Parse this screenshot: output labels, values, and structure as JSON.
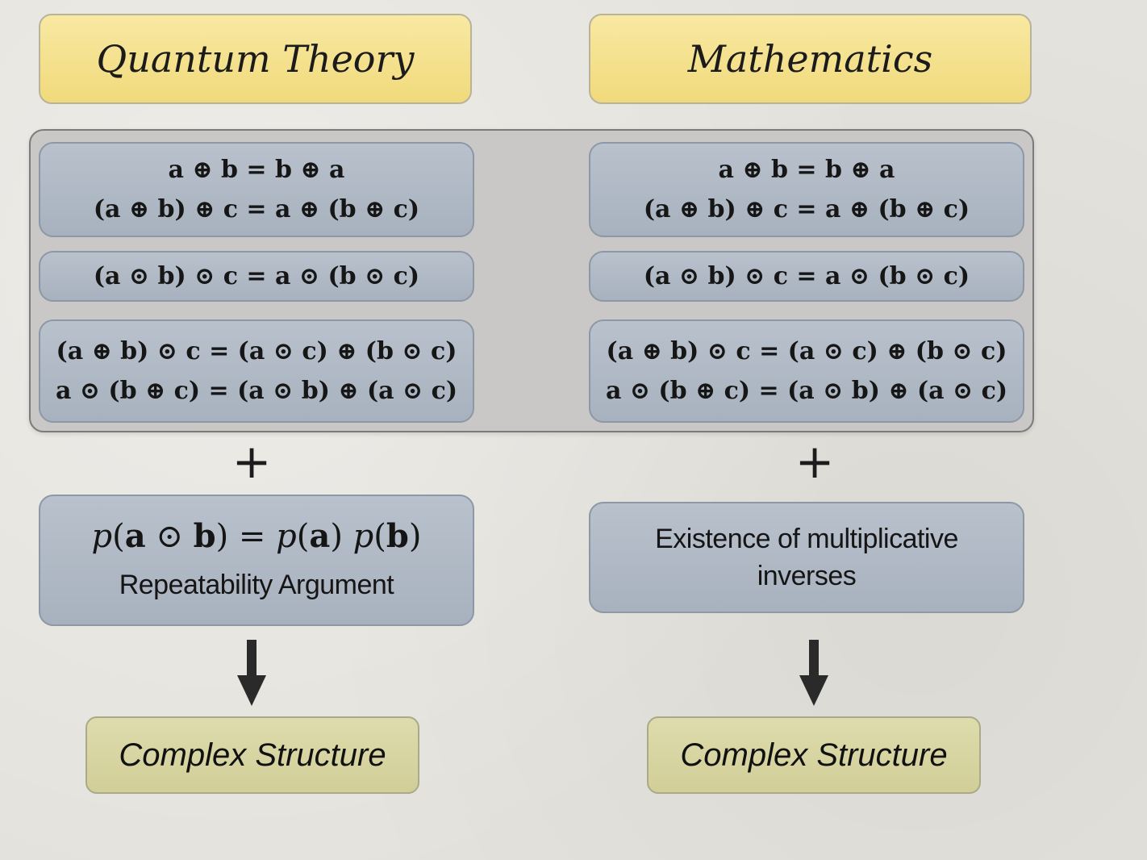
{
  "columns": {
    "quantum": {
      "title": "Quantum Theory",
      "additive_axioms": [
        "a ⊕ b = b ⊕ a",
        "(a ⊕ b) ⊕ c = a ⊕ (b ⊕ c)"
      ],
      "multiplicative_axiom": "(a ⊙ b) ⊙ c = a ⊙ (b ⊙ c)",
      "distributive_axioms": [
        "(a ⊕ b) ⊙ c = (a ⊙ c) ⊕ (b ⊙ c)",
        "a ⊙ (b ⊕ c) = (a ⊙ b) ⊕ (a ⊙ c)"
      ],
      "plus": "+",
      "extra_formula": {
        "lhs_p": "p",
        "lhs_open": "(",
        "lhs_a": "a",
        "lhs_op": " ⊙ ",
        "lhs_b": "b",
        "lhs_close": ")",
        "eq": " = ",
        "r1_p": "p",
        "r1_open": "(",
        "r1_a": "a",
        "r1_close": ") ",
        "r2_p": "p",
        "r2_open": "(",
        "r2_b": "b",
        "r2_close": ")"
      },
      "extra_condition": "Repeatability Argument",
      "result": "Complex Structure"
    },
    "math": {
      "title": "Mathematics",
      "additive_axioms": [
        "a ⊕ b = b ⊕ a",
        "(a ⊕ b) ⊕ c = a ⊕ (b ⊕ c)"
      ],
      "multiplicative_axiom": "(a ⊙ b) ⊙ c = a ⊙ (b ⊙ c)",
      "distributive_axioms": [
        "(a ⊕ b) ⊙ c = (a ⊙ c) ⊕ (b ⊙ c)",
        "a ⊙ (b ⊕ c) = (a ⊙ b) ⊕ (a ⊙ c)"
      ],
      "plus": "+",
      "extra_condition_lines": [
        "Existence of multiplicative",
        "inverses"
      ],
      "result": "Complex Structure"
    }
  },
  "colors": {
    "header": "#f3dd84",
    "equation_box": "#aeb8c4",
    "result_box": "#d6d39f",
    "arrow": "#2a2a2a"
  }
}
